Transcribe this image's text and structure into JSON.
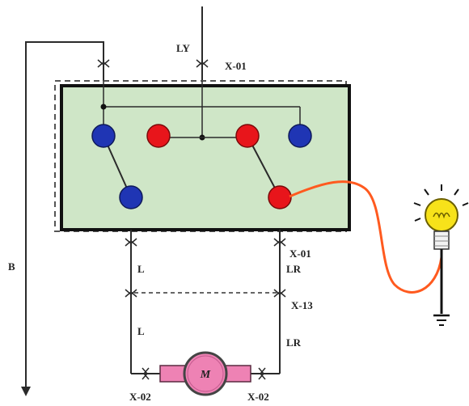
{
  "labels": {
    "top_wire": "LY",
    "top_connector": "X-01",
    "left_wire": "B",
    "connector_right": "X-01",
    "wire_left_upper": "L",
    "wire_right_upper": "LR",
    "connector_middle": "X-13",
    "wire_left_lower": "L",
    "wire_right_lower": "LR",
    "connector_bottom_left": "X-02",
    "connector_bottom_right": "X-02",
    "motor": "M"
  },
  "colors": {
    "switch_body": "#cfe6c7",
    "terminal_red": "#e8151b",
    "terminal_blue": "#1f35b4",
    "lamp_wire": "#ff5a1f",
    "motor_body": "#ee82b4",
    "lamp_glass": "#f7e21a"
  },
  "icons": {
    "lamp": "light-bulb-icon",
    "ground": "ground-icon",
    "motor": "motor-icon"
  }
}
